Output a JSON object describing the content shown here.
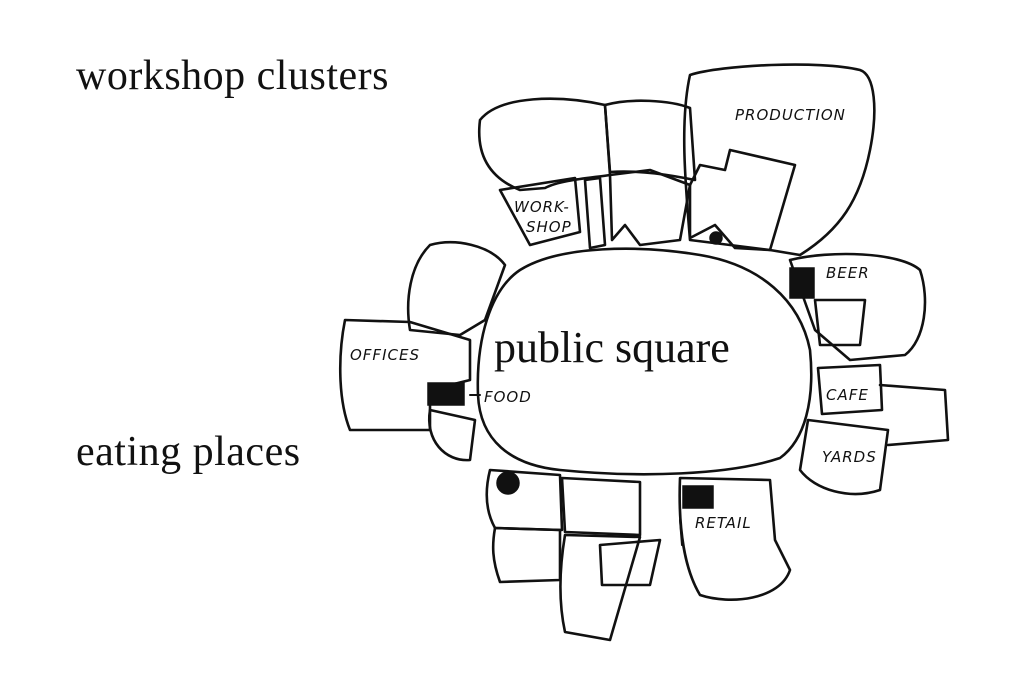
{
  "captions": {
    "workshop_clusters": "workshop clusters",
    "eating_places": "eating places"
  },
  "sketch_labels": {
    "public_square": "public square",
    "production": "PRODUCTION",
    "workshop_line1": "WORK-",
    "workshop_line2": "SHOP",
    "beer": "BEER",
    "offices": "OFFICES",
    "food": "FOOD",
    "cafe": "CAFE",
    "yards": "YARDS",
    "retail": "RETAIL"
  }
}
